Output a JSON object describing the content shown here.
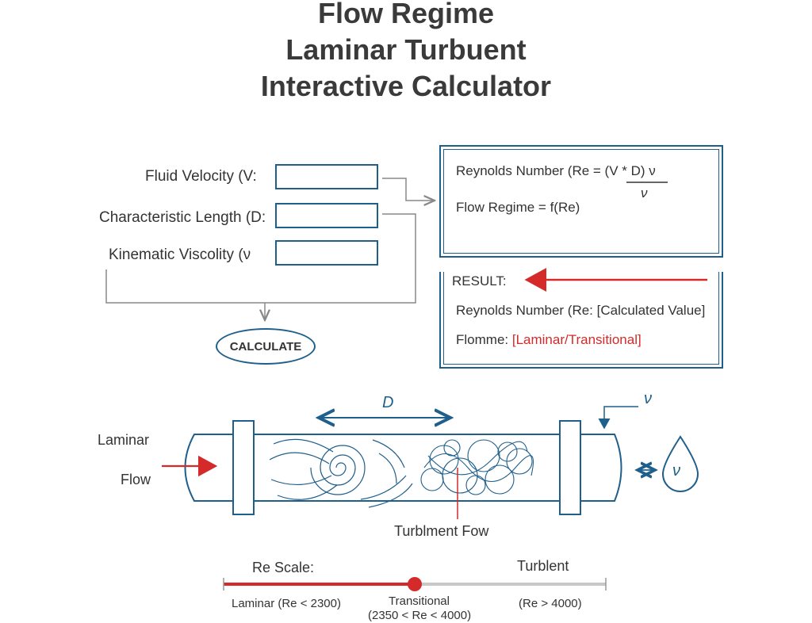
{
  "title": {
    "line1": "Flow Regime",
    "line2": "Laminar Turbuent",
    "line3": "Interactive Calculator"
  },
  "inputs": {
    "velocity_label": "Fluid Velocity (V:",
    "length_label": "Characteristic Length (D:",
    "viscosity_label": "Kinematic Viscolity (ν",
    "velocity_value": "",
    "length_value": "",
    "viscosity_value": ""
  },
  "calculate_label": "CALCULATE",
  "formula": {
    "reynolds": "Reynolds Number (Re = (V * D) ν",
    "denominator": "ν",
    "regime": "Flow Regime = f(Re)"
  },
  "result": {
    "header": "RESULT:",
    "reynolds_label": "Reynolds Number (Re: [Calculated Value]",
    "regime_label": "Flomme:",
    "regime_value": "[Laminar/Transitional]"
  },
  "pipe": {
    "laminar_label": "Laminar",
    "flow_label": "Flow",
    "diameter_label": "D",
    "nu_label": "ν",
    "drop_label": "ν",
    "turbulent_label": "Turblment Fow"
  },
  "scale": {
    "title": "Re Scale:",
    "turbulent_heading": "Turblent",
    "laminar": "Laminar (Re < 2300)",
    "transitional": "Transitional",
    "transitional_range": "(2350 < Re < 4000)",
    "turbulent_range": "(Re > 4000)",
    "marker_fraction": 0.5
  },
  "colors": {
    "accent": "#1f5f8b",
    "red": "#d42a2a",
    "text": "#333333"
  }
}
